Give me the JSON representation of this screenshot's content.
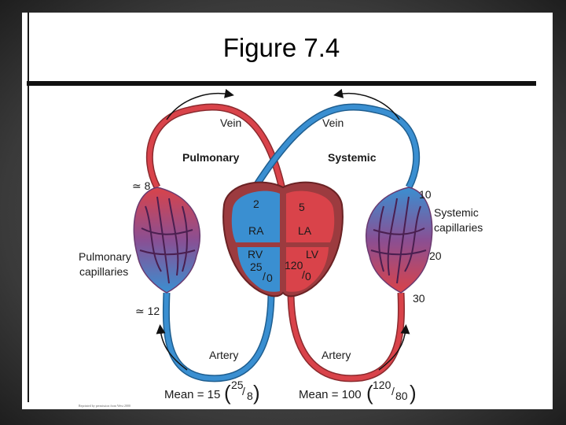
{
  "slide": {
    "title": "Figure 7.4"
  },
  "diagram": {
    "arc_left": "Vein",
    "arc_right": "Vein",
    "circuit_left": "Pulmonary",
    "circuit_right": "Systemic",
    "left_capillaries_line1": "Pulmonary",
    "left_capillaries_line2": "capillaries",
    "right_capillaries_line1": "Systemic",
    "right_capillaries_line2": "capillaries",
    "pressure_pulm_vein": "≃ 8",
    "pressure_pulm_artery": "≃ 12",
    "pressure_sys_vein": "10",
    "pressure_sys_cap": "20",
    "pressure_sys_artery": "30",
    "artery_left": "Artery",
    "artery_right": "Artery",
    "heart": {
      "ra_value": "2",
      "ra_label": "RA",
      "la_value": "5",
      "la_label": "LA",
      "rv_label": "RV",
      "rv_sys": "25",
      "rv_dia": "0",
      "lv_label": "LV",
      "lv_sys": "120",
      "lv_dia": "0"
    },
    "mean_left_text": "Mean = 15",
    "mean_left_num": "25",
    "mean_left_den": "8",
    "mean_right_text": "Mean = 100",
    "mean_right_num": "120",
    "mean_right_den": "80",
    "credit": "Reprinted by permission from West 2000"
  },
  "colors": {
    "oxygenated": "#d9434a",
    "deoxygenated": "#3a8fd1",
    "capillary_mix": "#8a4f93"
  }
}
